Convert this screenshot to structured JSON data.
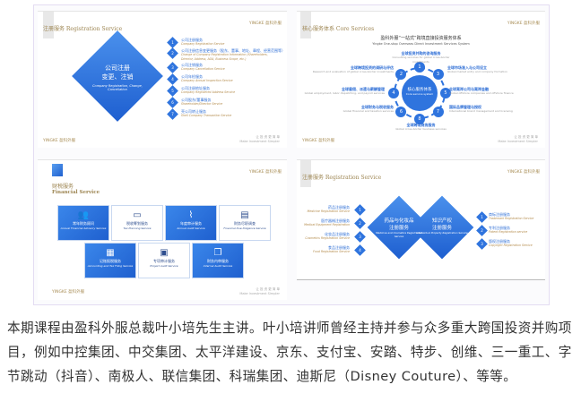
{
  "slide1": {
    "title": "注册服务 Registration Service",
    "logo": "YINGKE 盈科外服",
    "slogan_cn": "让 投 资 更 简 单",
    "slogan_en": "Make Investment Simpler",
    "center_cn_1": "公司注册",
    "center_cn_2": "变更、注销",
    "center_en": "Company Registration, Change, Cancellation",
    "items": [
      {
        "n": "1",
        "cn": "公司注册服务",
        "en": "Company Registration Service"
      },
      {
        "n": "2",
        "cn": "公司注册信息变更服务（股东、董事、地址、章程、经营范围等）",
        "en": "Change of Company Registration Information (Shareholders, Director, Address, AOA, Business Scope, etc.)"
      },
      {
        "n": "3",
        "cn": "公司注销服务",
        "en": "Company Cancellation Service"
      },
      {
        "n": "4",
        "cn": "公司年检服务",
        "en": "Company Annual Inspection Service"
      },
      {
        "n": "5",
        "cn": "公司注册地址服务",
        "en": "Company Registered Address Service"
      },
      {
        "n": "6",
        "cn": "公司股东/董事服务",
        "en": "Shareholder/Director Service"
      },
      {
        "n": "7",
        "cn": "壳公司转让服务",
        "en": "Shell Company Transaction Service"
      }
    ]
  },
  "slide2": {
    "title": "核心服务体系 Core Services",
    "logo": "YINGKE 盈科外服",
    "slogan_cn": "让 投 资 更 简 单",
    "slogan_en": "Make Investment Simpler",
    "heading_cn": "盈科外服“一站式”跨境直接投资服务体系",
    "heading_en": "Yingke One-stop Overseas Direct Investment Services System",
    "center_cn": "核心服务体系",
    "center_en": "Core service system",
    "items": [
      {
        "n": "1",
        "cn": "全球投资并购的咨询服务",
        "en": "Consulting services for global cross-border investments"
      },
      {
        "n": "2",
        "cn": "全球跨境投资的调研与评估",
        "en": "Research and evaluation of global cross-border investments"
      },
      {
        "n": "3",
        "cn": "全球市场准入与公司设立",
        "en": "Global market entry and company formation"
      },
      {
        "n": "4",
        "cn": "全球雇佣、派遣与薪酬管理",
        "en": "Global employment, labor dispatching, and payroll services"
      },
      {
        "n": "5",
        "cn": "全球离岸公司与离岸金融",
        "en": "Global offshore companies and offshore finance"
      },
      {
        "n": "6",
        "cn": "全球财务与税收服务",
        "en": "Global financial and taxation services"
      },
      {
        "n": "7",
        "cn": "国际品牌管理与授权",
        "en": "International brand management and licensing"
      },
      {
        "n": "8",
        "cn": "全球跨境商务服务",
        "en": "Global cross-border business services"
      }
    ]
  },
  "slide3": {
    "title_cn": "财税服务",
    "title_en": "Financial Service",
    "logo": "YINGKE 盈科外服",
    "slogan_cn": "让 投 资 更 简 单",
    "slogan_en": "Make Investment Simpler",
    "cards": [
      {
        "cn": "常年财务顾问",
        "en": "Annual Financial Advisory Service",
        "icon": "users-icon"
      },
      {
        "cn": "税收筹划服务",
        "en": "Tax Planning Service",
        "icon": "tray-icon"
      },
      {
        "cn": "年度审计服务",
        "en": "Annual Audit Service",
        "icon": "paperclip-icon"
      },
      {
        "cn": "财务尽职调查",
        "en": "Financial Due Diligence Service",
        "icon": "printer-icon"
      },
      {
        "cn": "记账报税服务",
        "en": "Accounting and Tax Filing Service",
        "icon": "document-icon"
      },
      {
        "cn": "专项审计服务",
        "en": "Project Audit Service",
        "icon": "inbox-icon"
      },
      {
        "cn": "财务内审服务",
        "en": "Internal Audit Service",
        "icon": "copy-icon"
      }
    ]
  },
  "slide4": {
    "title": "注册服务 Registration Service",
    "logo": "YINGKE 盈科外服",
    "left_cn_1": "药品与化妆品",
    "left_cn_2": "注册服务",
    "left_en": "Medicine and Cosmetics Registration Service",
    "right_cn_1": "知识产权",
    "right_cn_2": "注册服务",
    "right_en": "Intellectual Property Registration Service",
    "left_items": [
      {
        "n": "1",
        "cn": "药品注册服务",
        "en": "Medicine Registration Service"
      },
      {
        "n": "2",
        "cn": "医疗器械注册服务",
        "en": "Medical Equipment Registration"
      },
      {
        "n": "3",
        "cn": "化妆品注册服务",
        "en": "Cosmetics Registration Service"
      },
      {
        "n": "4",
        "cn": "食品注册服务",
        "en": "Food Registration Service"
      }
    ],
    "right_items": [
      {
        "n": "1",
        "cn": "商标注册服务",
        "en": "Trademark Registration Service"
      },
      {
        "n": "2",
        "cn": "专利注册服务",
        "en": "Patent Registration service"
      },
      {
        "n": "3",
        "cn": "版权注册服务",
        "en": "Copyright Registration Service"
      }
    ]
  },
  "paragraph": "本期课程由盈科外服总裁叶小培先生主讲。叶小培讲师曾经主持并参与众多重大跨国投资并购项目，例如中控集团、中交集团、太平洋建设、京东、支付宝、安踏、特步、创维、三一重工、字节跳动（抖音）、南极人、联信集团、科瑞集团、迪斯尼（Disney Couture）、等等。"
}
